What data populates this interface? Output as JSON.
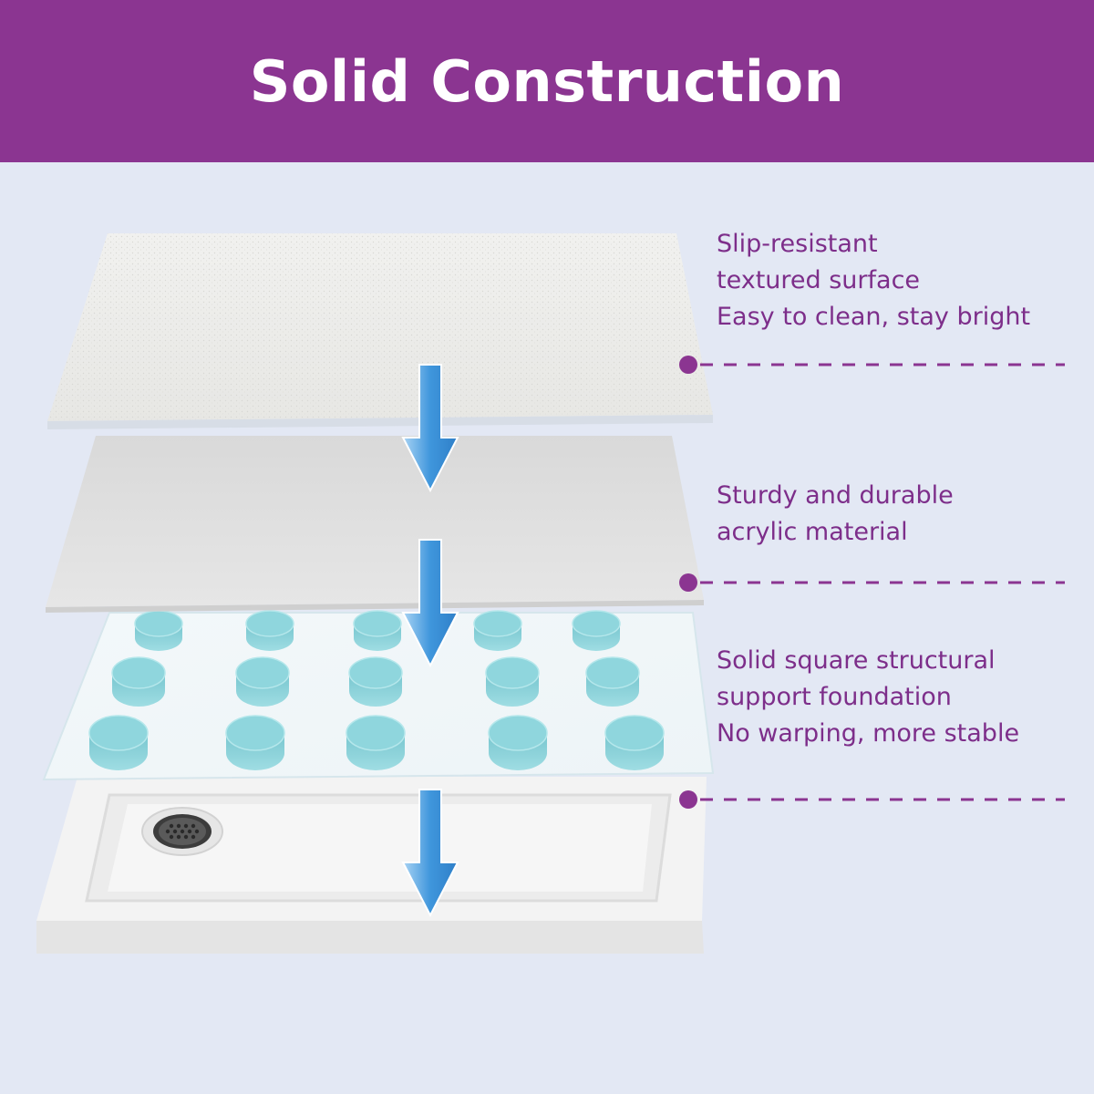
{
  "header": {
    "title": "Solid Construction"
  },
  "colors": {
    "header_bg": "#8b3591",
    "page_bg": "#e3e8f4",
    "callout_text": "#7d2e8a",
    "leader_line": "#8b3591",
    "arrow": "#3f96dc",
    "support_pad": "#8fd6dd"
  },
  "layers": [
    {
      "name": "textured-surface-layer"
    },
    {
      "name": "acrylic-layer"
    },
    {
      "name": "support-foundation-layer"
    },
    {
      "name": "shower-base-tray"
    }
  ],
  "callouts": [
    {
      "lines": [
        "Slip-resistant",
        "textured surface",
        "Easy to clean, stay bright"
      ]
    },
    {
      "lines": [
        "Sturdy and durable",
        "acrylic material"
      ]
    },
    {
      "lines": [
        "Solid square structural",
        "support foundation",
        "No warping, more stable"
      ]
    }
  ]
}
